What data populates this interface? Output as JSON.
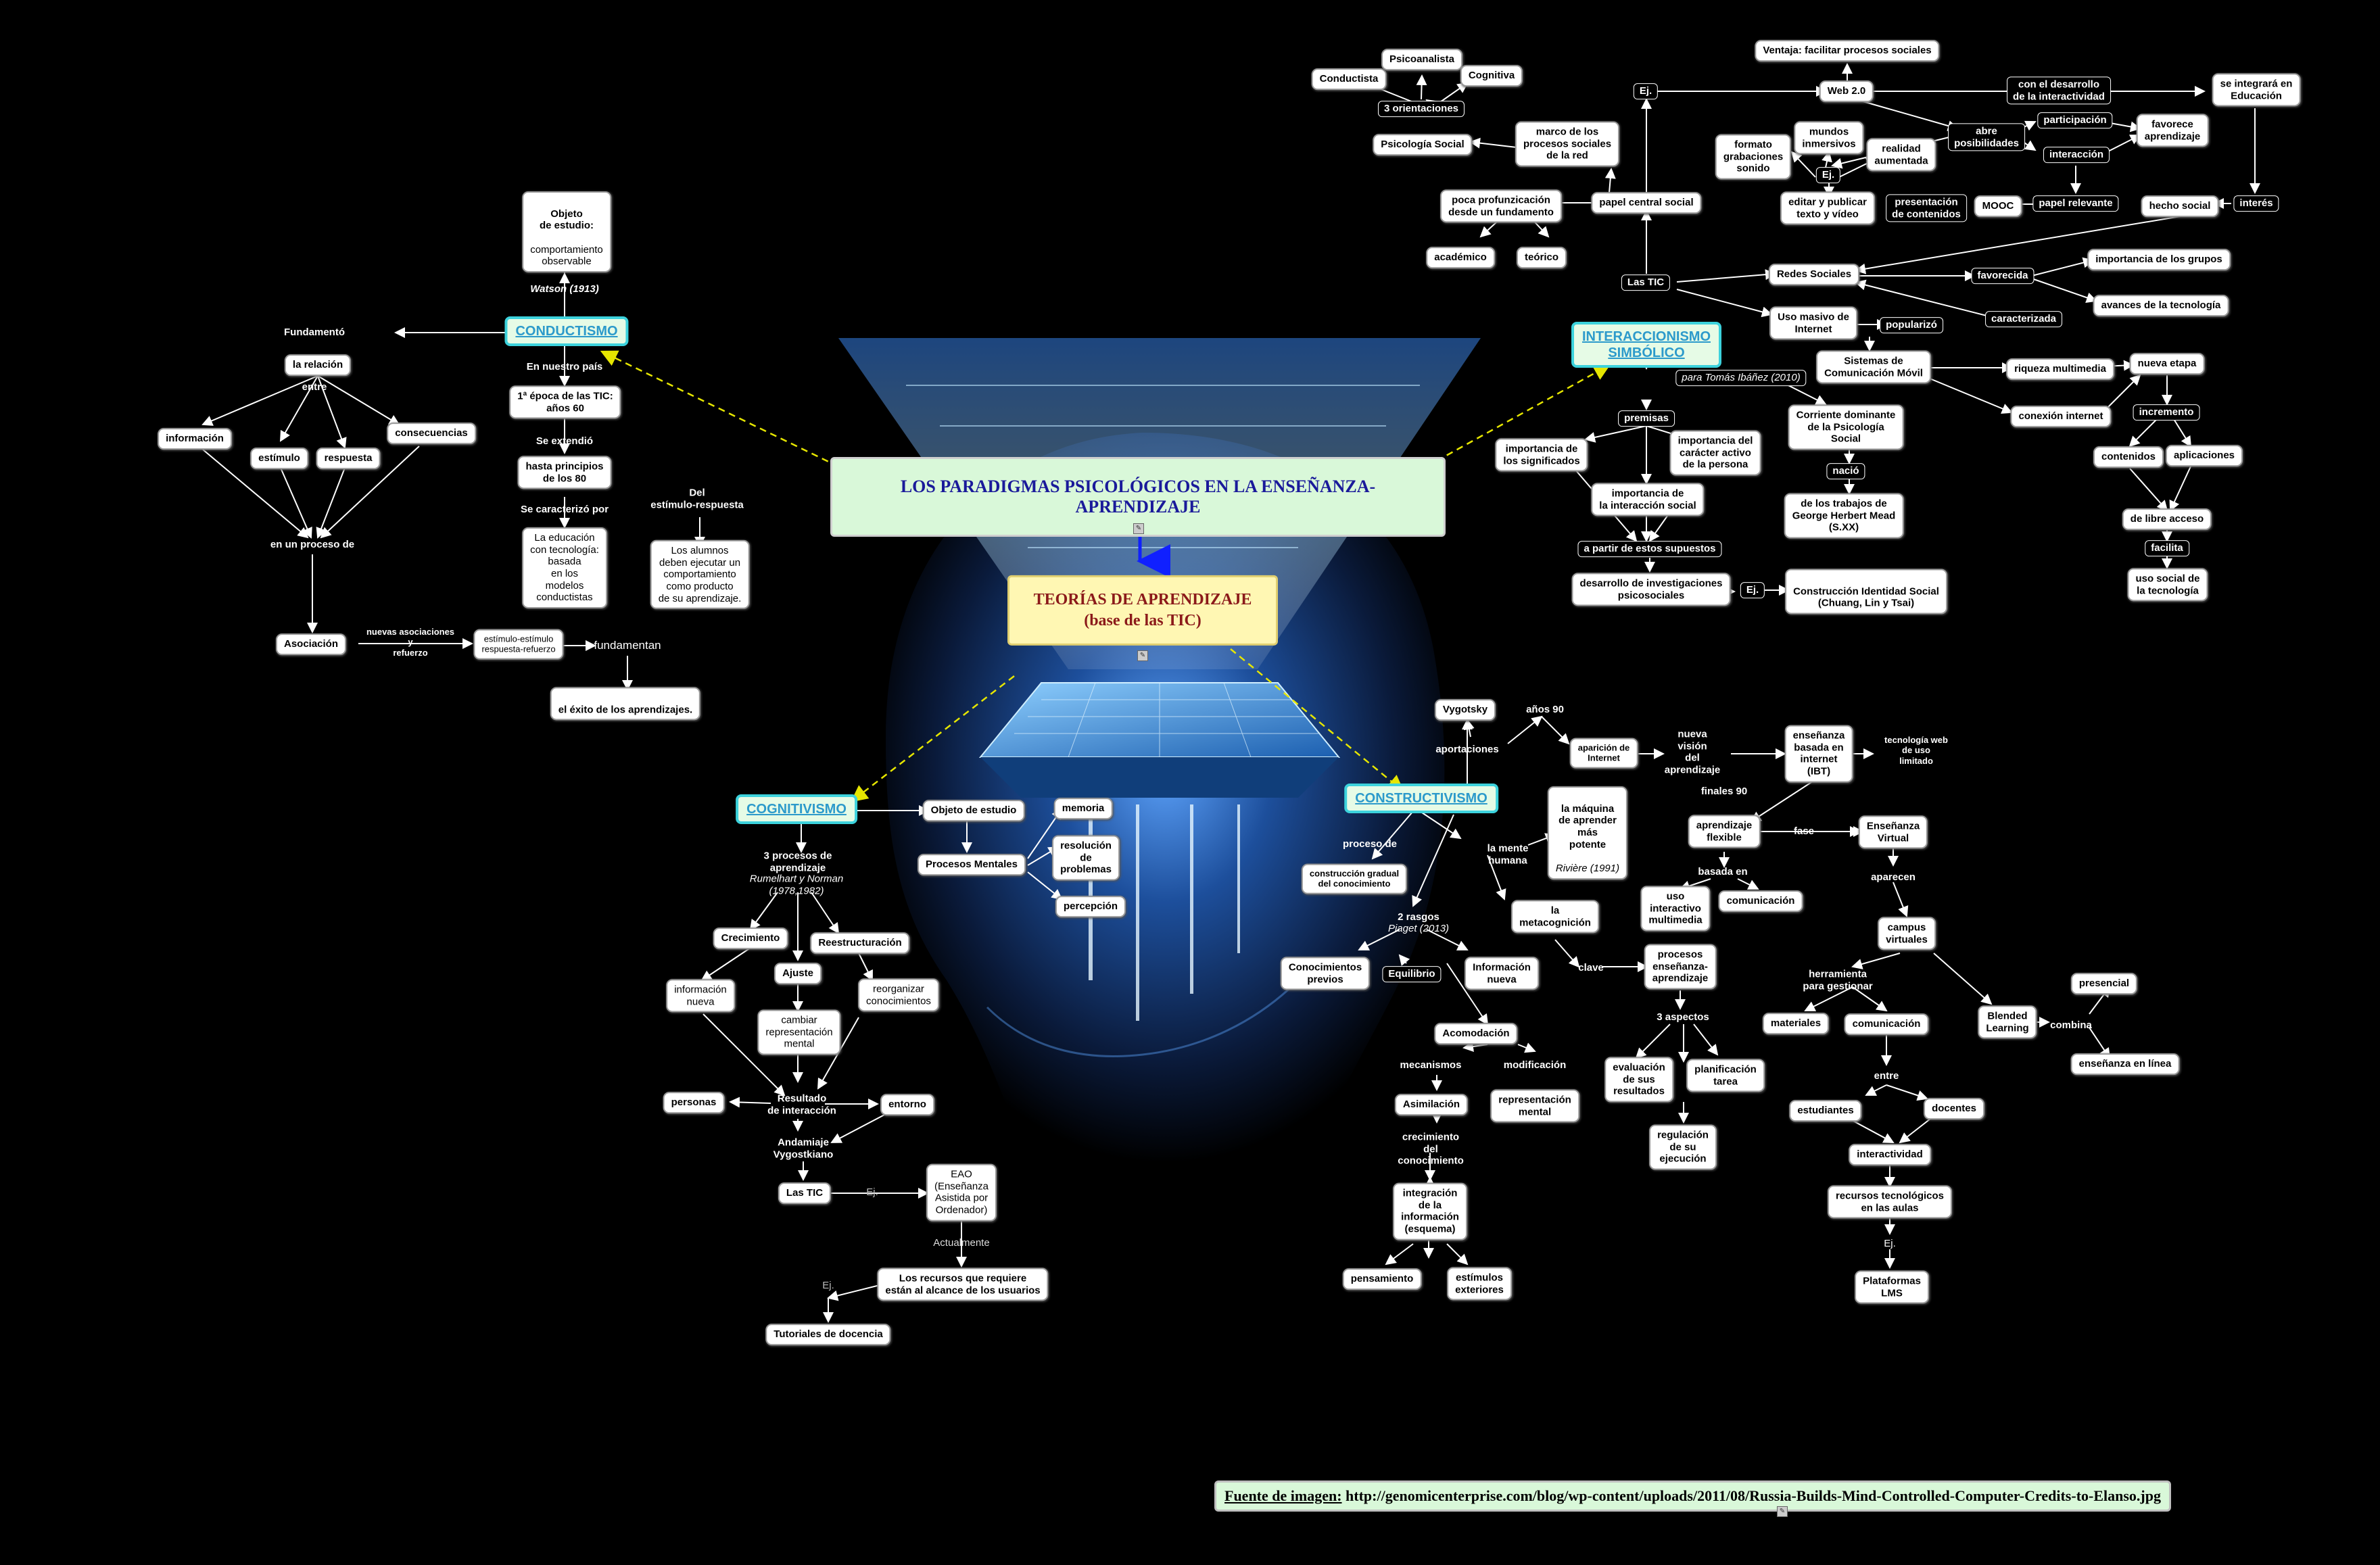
{
  "title": "LOS PARADIGMAS PSICOLÓGICOS EN LA ENSEÑANZA-APRENDIZAJE",
  "subtitle": "TEORÍAS DE APRENDIZAJE\n(base de las TIC)",
  "source_label": "Fuente de imagen:",
  "source_url": "http://genomicenterprise.com/blog/wp-content/uploads/2011/08/Russia-Builds-Mind-Controlled-Computer-Credits-to-Elanso.jpg",
  "colors": {
    "background": "#000000",
    "topic_border": "#3cd2dc",
    "topic_text": "#2c9acb",
    "title_text": "#1a1a9a",
    "subtitle_text": "#8b1a1a",
    "dashed_link": "#e6e600"
  },
  "conductismo": {
    "topic": "CONDUCTISMO",
    "objeto": "Objeto\nde estudio:",
    "objeto_detail": "comportamiento\nobservable",
    "watson": "Watson (1913)",
    "fundamento": "Fundamentó",
    "relacion": "la relación",
    "entre": "entre",
    "informacion": "información",
    "estimulo": "estímulo",
    "respuesta": "respuesta",
    "consecuencias": "consecuencias",
    "proceso": "en un proceso de",
    "asociacion": "Asociación",
    "nuevas": "nuevas asociaciones\ny\nrefuerzo",
    "er": "estímulo-estímulo\nrespuesta-refuerzo",
    "fundamentan": "fundamentan",
    "exito": "el éxito de los aprendizajes.",
    "en_nuestro": "En nuestro país",
    "epoca": "1ª época de las TIC:\naños 60",
    "extendio": "Se extendió",
    "hasta": "hasta principios\nde los 80",
    "caracterizo": "Se caracterizó por",
    "educacion": "La educación\ncon tecnología:\nbasada\nen los\nmodelos\nconductistas",
    "del_er": "Del\nestímulo-respuesta",
    "alumnos": "Los alumnos\ndeben ejecutar un\ncomportamiento\ncomo producto\nde su aprendizaje."
  },
  "cognitivismo": {
    "topic": "COGNITIVISMO",
    "objeto": "Objeto de estudio",
    "procesos": "Procesos Mentales",
    "memoria": "memoria",
    "resolucion": "resolución\nde\nproblemas",
    "percepcion": "percepción",
    "tres": "3 procesos de\naprendizaje",
    "rumel": "Rumelhart y Norman\n(1978,1982)",
    "crecimiento": "Crecimiento",
    "reestructuracion": "Reestructuración",
    "ajuste": "Ajuste",
    "info_nueva": "información\nnueva",
    "reorganizar": "reorganizar\nconocimientos",
    "cambiar": "cambiar\nrepresentación\nmental",
    "resultado": "Resultado\nde interacción",
    "personas": "personas",
    "entorno": "entorno",
    "andamiaje": "Andamiaje\nVygostkiano",
    "las_tic": "Las TIC",
    "ej1": "Ej.",
    "eao": "EAO\n(Enseñanza\nAsistida por\nOrdenador)",
    "actualmente": "Actualmente",
    "recursos": "Los recursos que requiere\nestán al alcance de los usuarios",
    "ej2": "Ej.",
    "tutoriales": "Tutoriales de docencia"
  },
  "constructivismo": {
    "topic": "CONSTRUCTIVISMO",
    "vygotsky": "Vygotsky",
    "aportaciones": "aportaciones",
    "anos90": "años 90",
    "aparicion": "aparición de\nInternet",
    "nueva_vision": "nueva\nvisión\ndel\naprendizaje",
    "ibt": "enseñanza\nbasada en\ninternet\n(IBT)",
    "tec_web": "tecnología web\nde uso\nlimitado",
    "finales90": "finales  90",
    "flexible": "aprendizaje\nflexible",
    "fase": "fase",
    "ens_virtual": "Enseñanza\nVirtual",
    "aparecen": "aparecen",
    "basada_en": "basada en",
    "uso_interactivo": "uso\ninteractivo\nmultimedia",
    "comunicacion1": "comunicación",
    "campus": "campus\nvirtuales",
    "herramienta": "herramienta\npara gestionar",
    "materiales": "materiales",
    "comunicacion2": "comunicación",
    "entre": "entre",
    "estudiantes": "estudiantes",
    "docentes": "docentes",
    "interactividad": "interactividad",
    "rec_tec": "recursos tecnológicos\nen las aulas",
    "ej": "Ej.",
    "plataformas": "Plataformas\nLMS",
    "blended": "Blended\nLearning",
    "combina": "combina",
    "presencial": "presencial",
    "ens_linea": "enseñanza en línea",
    "proceso_de": "proceso de",
    "construccion": "construcción gradual\ndel conocimiento",
    "mente": "la mente\nhumana",
    "maquina": "la máquina\nde aprender\nmás\npotente",
    "riviere": "Rivière (1991)",
    "metacog": "la\nmetacognición",
    "clave": "clave",
    "procesos_ea": "procesos\nenseñanza-\naprendizaje",
    "tres_asp": "3 aspectos",
    "evaluacion": "evaluación\nde sus\nresultados",
    "planificacion": "planificación\ntarea",
    "regulacion": "regulación\nde su\nejecución",
    "rasgos": "2 rasgos",
    "piaget": "Piaget (2013)",
    "con_previos": "Conocimientos\nprevios",
    "equilibrio": "Equilibrio",
    "info_nueva": "Información\nnueva",
    "acomodacion": "Acomodación",
    "mecanismos": "mecanismos",
    "modificacion": "modificación",
    "asimilacion": "Asimilación",
    "repr": "representación\nmental",
    "crecimiento": "crecimiento\ndel\nconocimiento",
    "integracion": "integración\nde la\ninformación\n(esquema)",
    "pensamiento": "pensamiento",
    "estimulos": "estímulos\nexteriores"
  },
  "interaccionismo": {
    "topic": "INTERACCIONISMO\nSIMBÓLICO",
    "para_tomas": "para Tomás Ibáñez (2010)",
    "corriente": "Corriente dominante\nde la Psicología\nSocial",
    "nacio": "nació",
    "trabajos": "de los trabajos de\nGeorge Herbert Mead\n(S.XX)",
    "premisas": "premisas",
    "imp_sig": "importancia de\nlos significados",
    "imp_car": "importancia del\ncarácter activo\nde la persona",
    "imp_int": "importancia de\nla interacción social",
    "supuestos": "a partir de estos supuestos",
    "investigaciones": "desarrollo de investigaciones\npsicosociales",
    "ej_is": "Ej.",
    "construccion": "Construcción Identidad Social\n(Chuang, Lin y Tsai)",
    "las_tic": "Las TIC",
    "papel": "papel central social",
    "poca": "poca profunzicación\ndesde un fundamento",
    "academico": "académico",
    "teorico": "teórico",
    "marco": "marco de los\nprocesos sociales\nde la red",
    "psic_social": "Psicología Social",
    "tres_or": "3 orientaciones",
    "conductista": "Conductista",
    "psicoanalista": "Psicoanalista",
    "cognitiva": "Cognitiva",
    "ej_top": "Ej.",
    "web20": "Web 2.0",
    "ventaja": "Ventaja: facilitar procesos sociales",
    "con_desarrollo": "con el desarrollo\nde la interactividad",
    "se_integrara": "se integrará en\nEducación",
    "interes": "interés",
    "hecho": "hecho social",
    "abre": "abre\nposibilidades",
    "participacion": "participación",
    "favorece": "favorece\naprendizaje",
    "interaccion": "interacción",
    "papel_rel": "papel relevante",
    "mooc": "MOOC",
    "presentacion": "presentación\nde contenidos",
    "editar": "editar y publicar\ntexto y vídeo",
    "ej_mid": "Ej.",
    "mundos": "mundos\ninmersivos",
    "formato": "formato\ngrabaciones\nsonido",
    "realidad": "realidad\naumentada",
    "redes": "Redes Sociales",
    "favorecida": "favorecida",
    "imp_grupos": "importancia de los grupos",
    "avances": "avances de la tecnología",
    "caracterizada": "caracterizada",
    "uso_masivo": "Uso masivo de\nInternet",
    "popularizo": "popularizó",
    "sistemas": "Sistemas de\nComunicación Móvil",
    "riqueza": "riqueza multimedia",
    "conexion": "conexión internet",
    "nueva_etapa": "nueva etapa",
    "incremento": "incremento",
    "contenidos": "contenidos",
    "aplicaciones": "aplicaciones",
    "libre": "de libre acceso",
    "facilita": "facilita",
    "uso_social": "uso social de\nla tecnología"
  }
}
